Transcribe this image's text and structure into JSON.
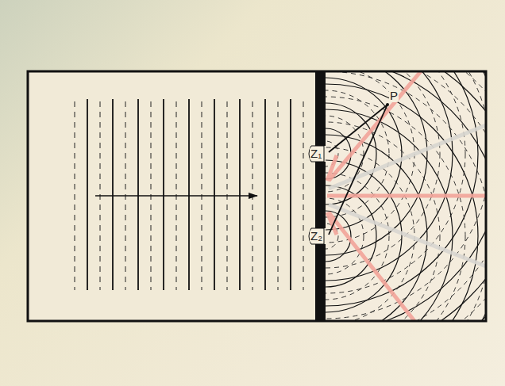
{
  "diagram": {
    "labels": [
      "P",
      "Z₁",
      "Z₂"
    ]
  }
}
